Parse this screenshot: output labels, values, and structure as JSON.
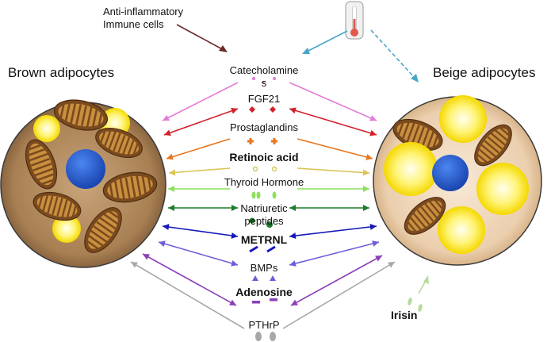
{
  "diagram": {
    "left_title": "Brown adipocytes",
    "right_title": "Beige adipocytes",
    "immune_label": "Anti-inflammatory\nImmune cells",
    "irisin_label": "Irisin",
    "molecules": [
      {
        "label": "Catecholamine\ns",
        "bold": false,
        "color": "#e47bd6"
      },
      {
        "label": "FGF21",
        "bold": false,
        "color": "#d4202a"
      },
      {
        "label": "Prostaglandins",
        "bold": false,
        "color": "#e8761e"
      },
      {
        "label": "Retinoic acid",
        "bold": true,
        "color": "#d9c456"
      },
      {
        "label": "Thyroid Hormone",
        "bold": false,
        "color": "#8ce05a"
      },
      {
        "label": "Natriuretic\npeptides",
        "bold": false,
        "color": "#1d7d2c"
      },
      {
        "label": "METRNL",
        "bold": true,
        "color": "#1418b8"
      },
      {
        "label": "BMPs",
        "bold": false,
        "color": "#6c60d8"
      },
      {
        "label": "Adenosine",
        "bold": true,
        "color": "#8c3fb8"
      },
      {
        "label": "PTHrP",
        "bold": false,
        "color": "#a8a8a8"
      }
    ],
    "colors": {
      "cell_brown": "#ad8a5c",
      "cell_beige": "#ecd3b4",
      "mito_brown": "#7a4a1e",
      "mito_cristae": "#c88f3e",
      "lipid": "#fff200",
      "nucleus": "#1f5ad6",
      "immune_arrow": "#6a2a2a",
      "cold_arrow": "#45a7c8",
      "irisin": "#b9d9a0"
    }
  }
}
